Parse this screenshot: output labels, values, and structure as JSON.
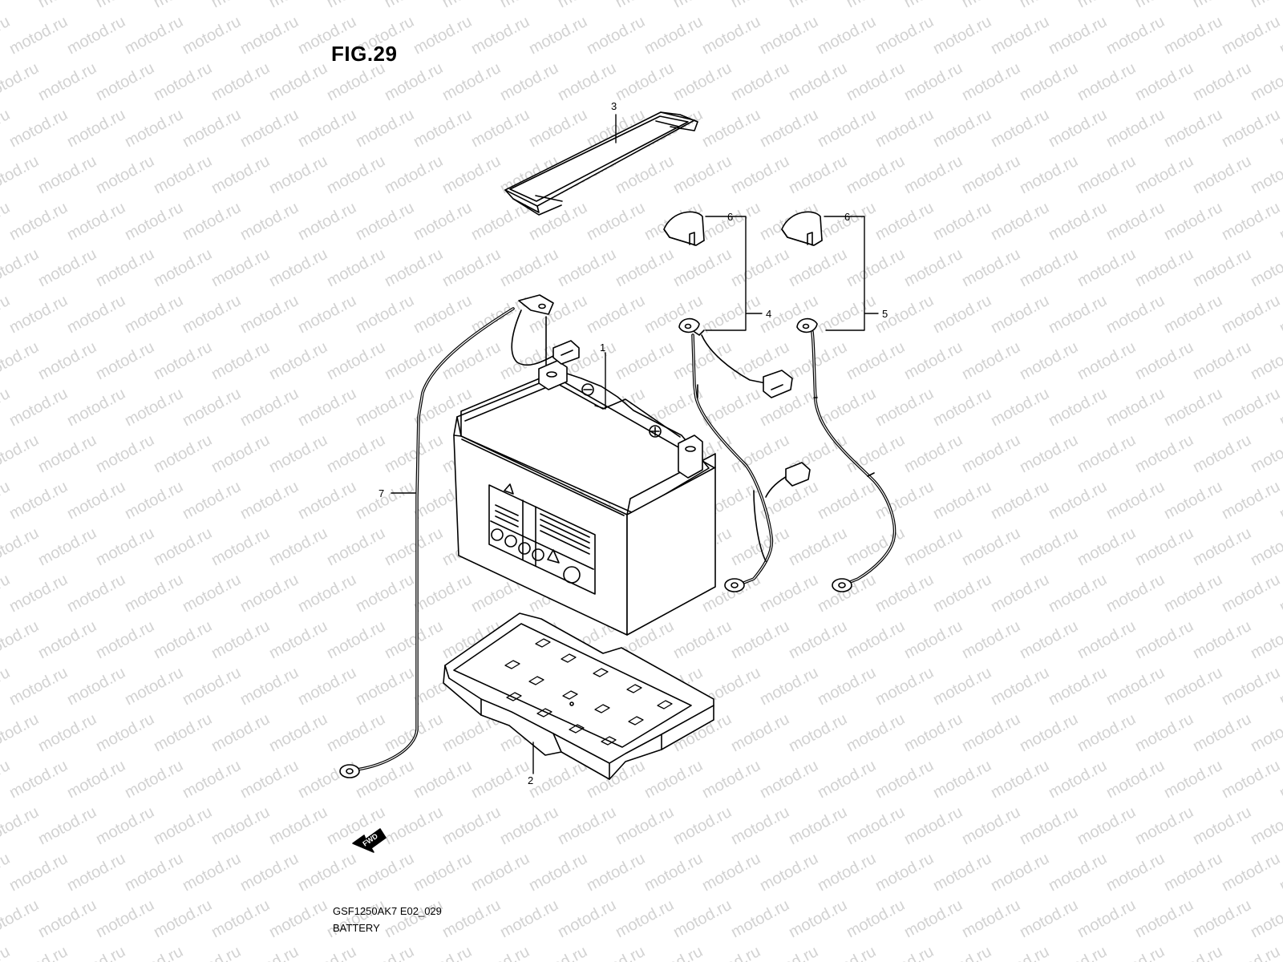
{
  "figure": {
    "title": "FIG.29",
    "code": "GSF1250AK7 E02_029",
    "name": "BATTERY"
  },
  "watermark": {
    "text": "motod.ru"
  },
  "callouts": [
    {
      "id": "callout-1",
      "label": "1"
    },
    {
      "id": "callout-2",
      "label": "2"
    },
    {
      "id": "callout-3",
      "label": "3"
    },
    {
      "id": "callout-4",
      "label": "4"
    },
    {
      "id": "callout-5",
      "label": "5"
    },
    {
      "id": "callout-6a",
      "label": "6"
    },
    {
      "id": "callout-6b",
      "label": "6"
    },
    {
      "id": "callout-7",
      "label": "7"
    }
  ],
  "fwd_arrow": {
    "label": "FWD"
  },
  "colors": {
    "ink": "#000000",
    "watermark": "#d2d2d2",
    "background": "#ffffff"
  }
}
